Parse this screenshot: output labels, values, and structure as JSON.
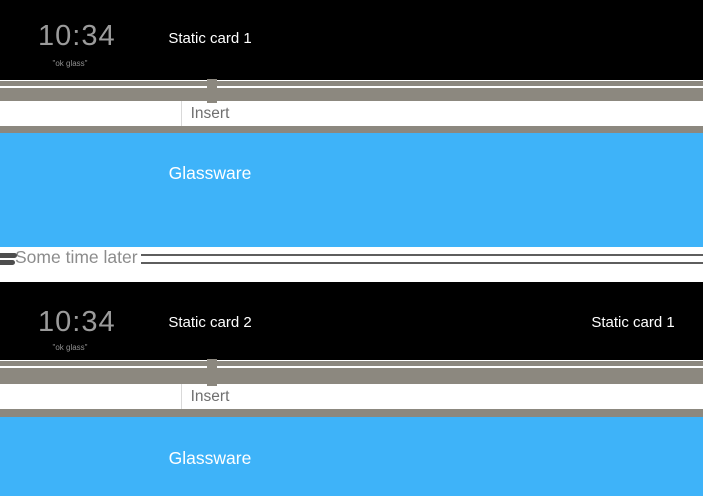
{
  "colors": {
    "screen_black": "#000000",
    "timeline_gray": "#8c887f",
    "glass_blue": "#3eb3f9",
    "break_line_gray": "#5e5e5e",
    "insert_text_gray": "#6f6f6f"
  },
  "sections": [
    {
      "clock": "10:34",
      "voice_prompt": "\"ok glass\"",
      "cards": [
        {
          "label": "Static card 1"
        }
      ],
      "insert_label": "Insert",
      "glassware_label": "Glassware"
    },
    {
      "clock": "10:34",
      "voice_prompt": "\"ok glass\"",
      "cards": [
        {
          "label": "Static card 2"
        },
        {
          "label": "Static card 1"
        }
      ],
      "insert_label": "Insert",
      "glassware_label": "Glassware"
    }
  ],
  "divider": {
    "label": "Some time later"
  }
}
